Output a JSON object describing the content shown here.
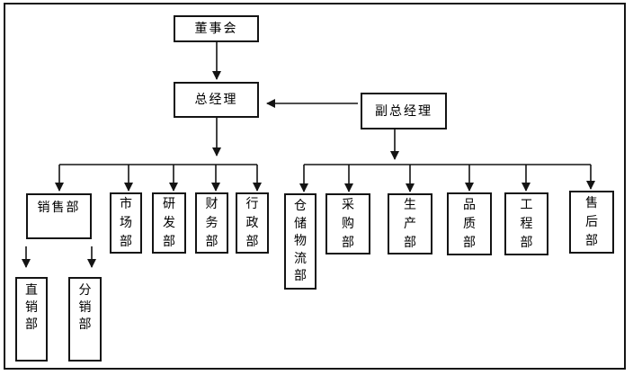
{
  "diagram": {
    "kind": "organization-chart",
    "language": "zh-CN"
  },
  "colors": {
    "background": "#ffffff",
    "line": "#141414",
    "box_border": "#141414",
    "text": "#000000"
  },
  "nodes": [
    {
      "id": "board",
      "label": "董事会",
      "orientation": "horizontal"
    },
    {
      "id": "general-manager",
      "label": "总经理",
      "orientation": "horizontal"
    },
    {
      "id": "deputy-general-manager",
      "label": "副总经理",
      "orientation": "horizontal"
    },
    {
      "id": "sales",
      "label": "销售部",
      "orientation": "horizontal"
    },
    {
      "id": "marketing",
      "label": "市场部",
      "orientation": "vertical"
    },
    {
      "id": "rnd",
      "label": "研发部",
      "orientation": "vertical"
    },
    {
      "id": "finance",
      "label": "财务部",
      "orientation": "vertical"
    },
    {
      "id": "admin",
      "label": "行政部",
      "orientation": "vertical"
    },
    {
      "id": "warehouse-logistics",
      "label": "仓储物流部",
      "orientation": "vertical"
    },
    {
      "id": "purchasing",
      "label": "采购部",
      "orientation": "vertical"
    },
    {
      "id": "production",
      "label": "生产部",
      "orientation": "vertical"
    },
    {
      "id": "quality",
      "label": "品质部",
      "orientation": "vertical"
    },
    {
      "id": "engineering",
      "label": "工程部",
      "orientation": "vertical"
    },
    {
      "id": "after-sales",
      "label": "售后部",
      "orientation": "vertical"
    },
    {
      "id": "direct-sales",
      "label": "直销部",
      "orientation": "vertical"
    },
    {
      "id": "distribution",
      "label": "分销部",
      "orientation": "vertical"
    }
  ],
  "edges": [
    {
      "from": "board",
      "to": "general-manager",
      "type": "arrow"
    },
    {
      "from": "deputy-general-manager",
      "to": "general-manager",
      "type": "arrow"
    },
    {
      "from": "general-manager",
      "to": "sales",
      "type": "arrow"
    },
    {
      "from": "general-manager",
      "to": "marketing",
      "type": "arrow"
    },
    {
      "from": "general-manager",
      "to": "rnd",
      "type": "arrow"
    },
    {
      "from": "general-manager",
      "to": "finance",
      "type": "arrow"
    },
    {
      "from": "general-manager",
      "to": "admin",
      "type": "arrow"
    },
    {
      "from": "deputy-general-manager",
      "to": "warehouse-logistics",
      "type": "arrow"
    },
    {
      "from": "deputy-general-manager",
      "to": "purchasing",
      "type": "arrow"
    },
    {
      "from": "deputy-general-manager",
      "to": "production",
      "type": "arrow"
    },
    {
      "from": "deputy-general-manager",
      "to": "quality",
      "type": "arrow"
    },
    {
      "from": "deputy-general-manager",
      "to": "engineering",
      "type": "arrow"
    },
    {
      "from": "deputy-general-manager",
      "to": "after-sales",
      "type": "arrow"
    },
    {
      "from": "sales",
      "to": "direct-sales",
      "type": "arrow"
    },
    {
      "from": "sales",
      "to": "distribution",
      "type": "arrow"
    }
  ]
}
